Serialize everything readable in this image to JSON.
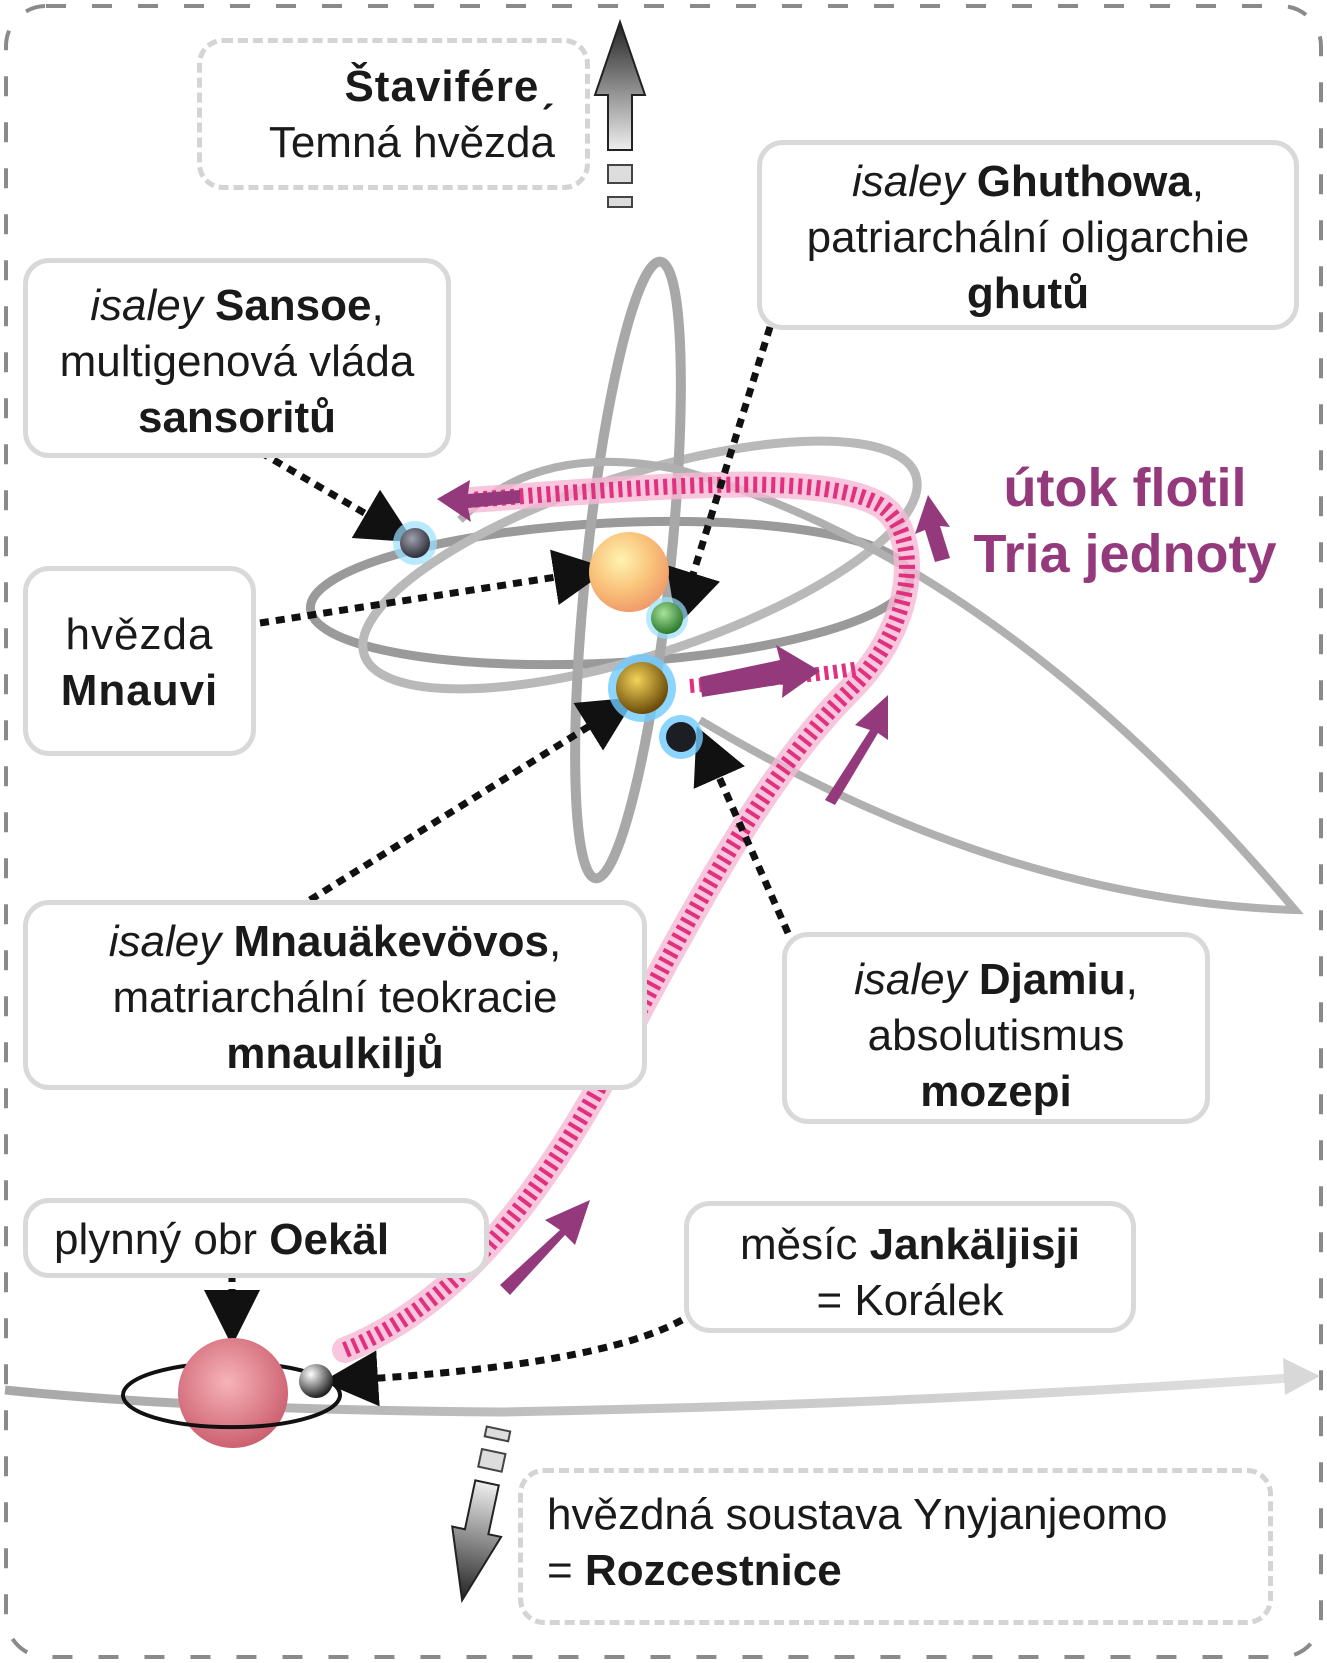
{
  "labels": {
    "dark_star": {
      "name": "Štaviféreˏ",
      "desc": "Temná hvězda"
    },
    "ghuthowa": {
      "prefix": "isaley",
      "name": "Ghuthowa",
      "sep": ",",
      "line2": "patriarchální oligarchie",
      "line3": "ghutů"
    },
    "sansoe": {
      "prefix": "isaley",
      "name": "Sansoe",
      "sep": ",",
      "line2": "multigenová vláda",
      "line3": "sansoritů"
    },
    "star": {
      "line1": "hvězda",
      "line2": "Mnauvi"
    },
    "attack": {
      "line1": "útok flotil",
      "line2": "Tria jednoty"
    },
    "mnauakevovos": {
      "prefix": "isaley",
      "name": "Mnauäkevövos",
      "sep": ",",
      "line2": "matriarchální teokracie",
      "line3": "mnaulkiljů"
    },
    "djamiu": {
      "prefix": "isaley",
      "name": "Djamiu",
      "sep": ",",
      "line2": "absolutismus",
      "line3": "mozepi"
    },
    "gas_giant": {
      "text": "plynný obr",
      "name": "Oekäl"
    },
    "moon": {
      "text": "měsíc",
      "name": "Jankäljisji",
      "line2": "= Korálek"
    },
    "system": {
      "line1": "hvězdná soustava Ynyjanjeomo",
      "prefix": "= ",
      "name": "Rozcestnice"
    }
  },
  "colors": {
    "attack": "#943a7c",
    "fleet_path": "#e0307f",
    "star": "#f7b977",
    "orbit": "#b5b5b5",
    "box_border": "#d9d9d9"
  }
}
